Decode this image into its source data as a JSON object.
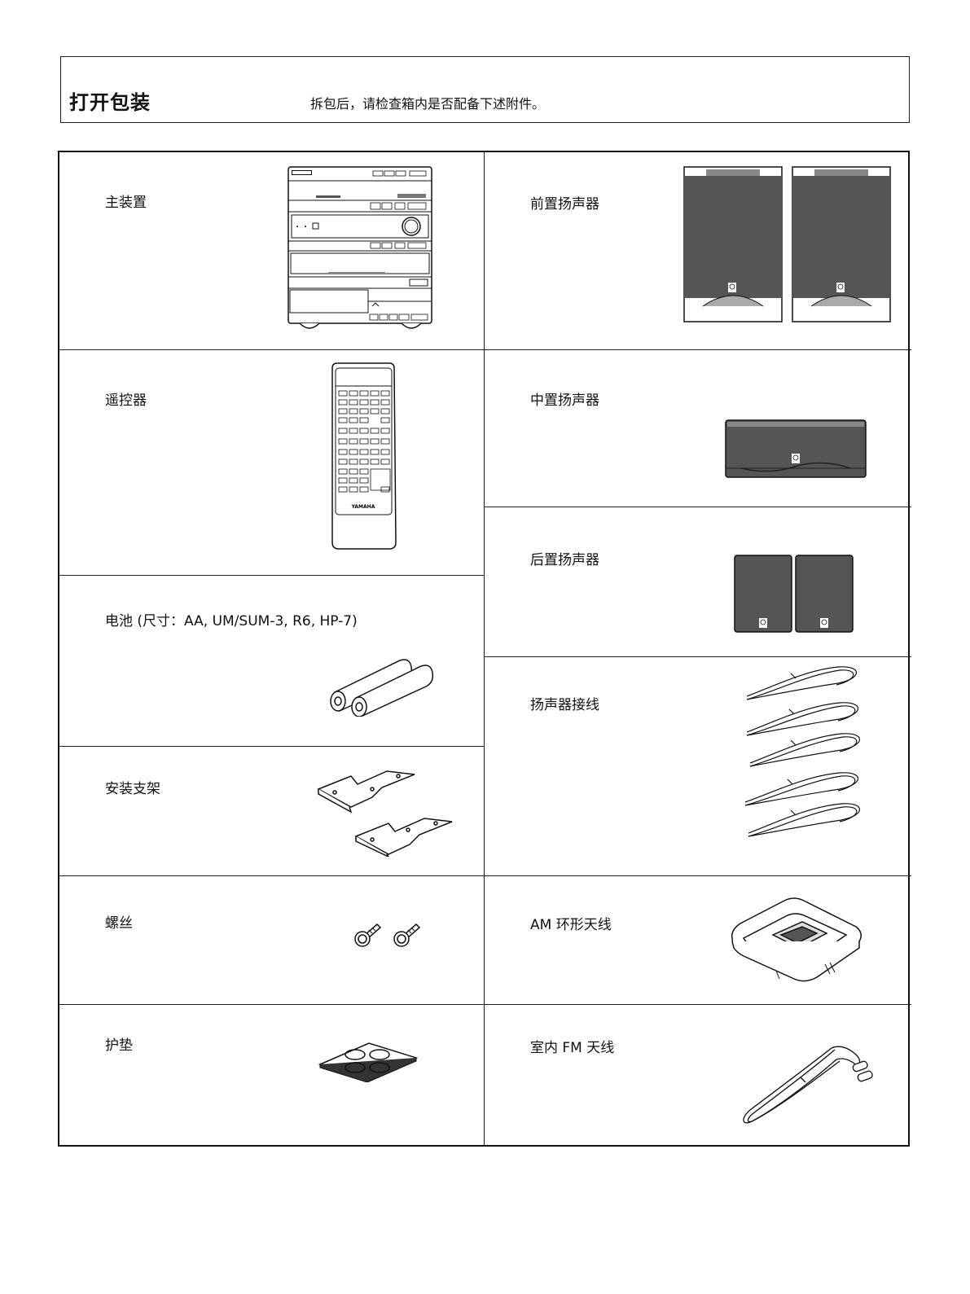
{
  "header": {
    "title": "打开包装",
    "description": "拆包后，请检查箱内是否配备下述附件。"
  },
  "items": {
    "main_unit": "主装置",
    "remote": "遥控器",
    "batteries": "电池 (尺寸：AA, UM/SUM-3, R6, HP-7)",
    "brackets": "安装支架",
    "screws": "螺丝",
    "pads": "护垫",
    "front_speakers": "前置扬声器",
    "center_speaker": "中置扬声器",
    "rear_speakers": "后置扬声器",
    "speaker_cables": "扬声器接线",
    "am_antenna": "AM 环形天线",
    "fm_antenna": "室内 FM 天线"
  },
  "brand": "YAMAHA"
}
